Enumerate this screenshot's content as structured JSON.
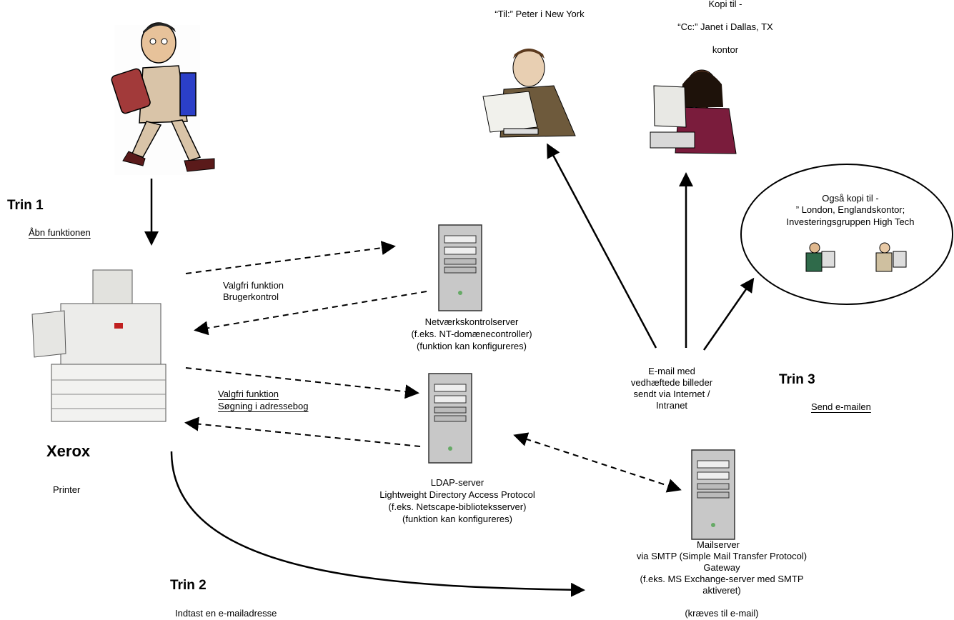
{
  "steps": {
    "step1": {
      "title": "Trin 1",
      "action": "Åbn funktionen"
    },
    "step2": {
      "title": "Trin 2",
      "action": "Indtast en e-mailadresse"
    },
    "step3": {
      "title": "Trin 3",
      "action": "Send e-mailen"
    }
  },
  "device": {
    "brand": "Xerox",
    "type": "Printer"
  },
  "recipients": {
    "to": "“Til:” Peter i New York",
    "cc_line1": "Kopi til -",
    "cc_line2": "“Cc:” Janet i Dallas, TX",
    "cc_line3": "kontor",
    "also_line1": "Også kopi til -",
    "also_line2": "” London, Englandskontor;",
    "also_line3": "Investeringsgruppen High Tech"
  },
  "network_server": {
    "label": "Valgfri funktion\nBrugerkontrol",
    "name": "Netværkskontrolserver",
    "example": "(f.eks. NT-domænecontroller)",
    "note": "(funktion kan konfigureres)"
  },
  "ldap_server": {
    "label_line1": "Valgfri funktion",
    "label_line2": "Søgning i adressebog",
    "name": "LDAP-server",
    "full_name": "Lightweight Directory Access Protocol",
    "example": "(f.eks. Netscape-biblioteksserver)",
    "note": "(funktion kan konfigureres)"
  },
  "email_info": "E-mail med\nvedhæftede billeder\nsendt via Internet /\nIntranet",
  "mail_server": {
    "name": "Mailserver",
    "protocol": "via SMTP (Simple Mail Transfer Protocol)",
    "gateway": "Gateway",
    "example": "(f.eks. MS Exchange-server med SMTP\naktiveret)",
    "note": "(kræves til e-mail)"
  },
  "colors": {
    "line": "#000000",
    "suit_beige": "#d9c4a8",
    "server_gray": "#c8c8c8",
    "binder_blue": "#2b3fc8",
    "folder_red": "#a23a3a"
  }
}
